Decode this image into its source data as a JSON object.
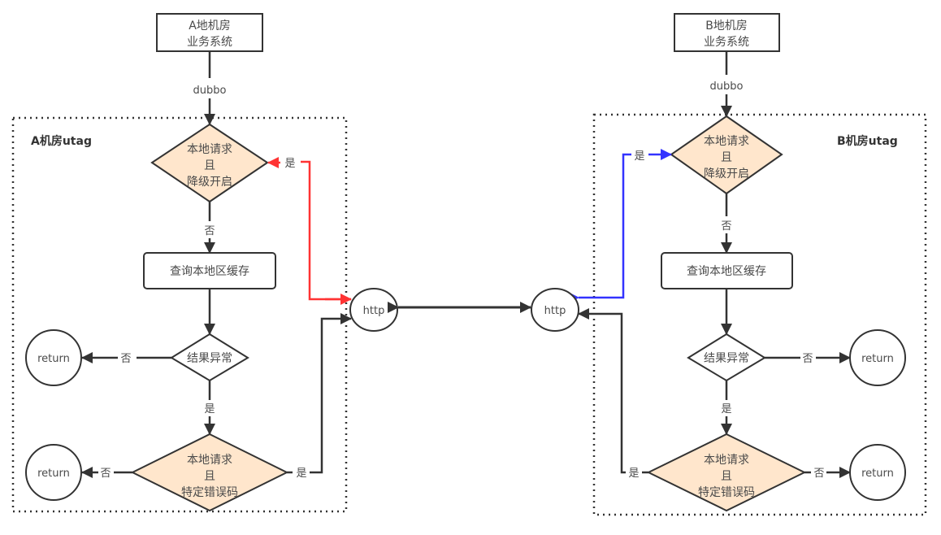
{
  "diagram": {
    "colors": {
      "decision_fill": "#ffe6cc",
      "stroke": "#333333",
      "red_edge": "#ff3333",
      "blue_edge": "#3333ff",
      "text": "#4a4a4a"
    },
    "left": {
      "system_box": [
        "A地机房",
        "业务系统"
      ],
      "protocol": "dubbo",
      "group_title": "A机房utag",
      "decision1": [
        "本地请求",
        "且",
        "降级开启"
      ],
      "process": "查询本地区缓存",
      "decision2": "结果异常",
      "decision3": [
        "本地请求",
        "且",
        "特定错误码"
      ],
      "return1": "return",
      "return2": "return",
      "http": "http",
      "edge_labels": {
        "d1_no": "否",
        "d1_yes": "是",
        "d2_no": "否",
        "d2_yes": "是",
        "d3_no": "否",
        "d3_yes": "是"
      }
    },
    "right": {
      "system_box": [
        "B地机房",
        "业务系统"
      ],
      "protocol": "dubbo",
      "group_title": "B机房utag",
      "decision1": [
        "本地请求",
        "且",
        "降级开启"
      ],
      "process": "查询本地区缓存",
      "decision2": "结果异常",
      "decision3": [
        "本地请求",
        "且",
        "特定错误码"
      ],
      "return1": "return",
      "return2": "return",
      "http": "http",
      "edge_labels": {
        "d1_no": "否",
        "d1_yes": "是",
        "d2_no": "否",
        "d2_yes": "是",
        "d3_no": "否",
        "d3_yes": "是"
      }
    }
  }
}
